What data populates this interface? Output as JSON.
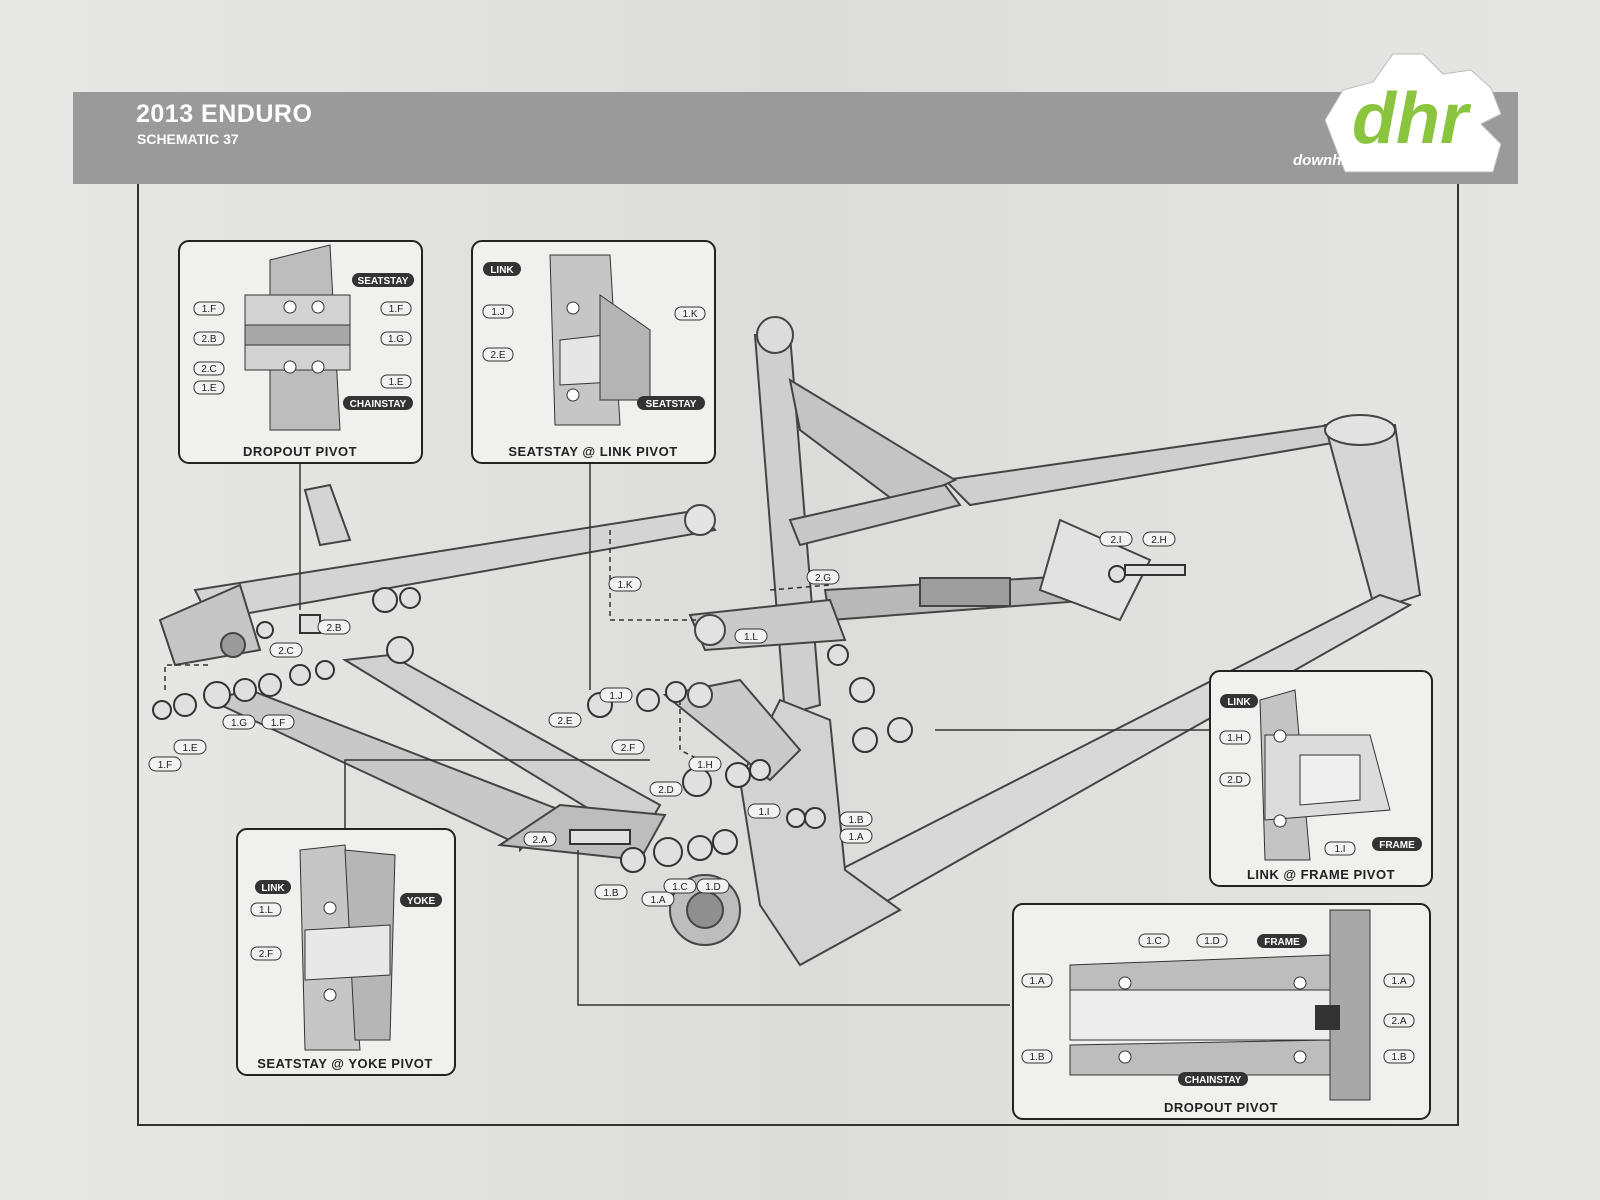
{
  "header": {
    "title": "2013 ENDURO",
    "subtitle": "SCHEMATIC 37"
  },
  "logo": {
    "letters": "dhr",
    "url": "downhill-rangers.com",
    "accent": "#8bc53f"
  },
  "insets": {
    "dropout_pivot_top": {
      "caption": "DROPOUT PIVOT",
      "tags": [
        "SEATSTAY",
        "CHAINSTAY"
      ],
      "labels_left": [
        "1.F",
        "2.B",
        "2.C",
        "1.E"
      ],
      "labels_right": [
        "1.F",
        "1.G",
        "1.E"
      ]
    },
    "seatstay_link": {
      "caption": "SEATSTAY @ LINK PIVOT",
      "tags": [
        "LINK",
        "SEATSTAY"
      ],
      "labels": [
        "1.J",
        "1.K",
        "2.E"
      ]
    },
    "link_frame": {
      "caption": "LINK @ FRAME PIVOT",
      "tags": [
        "LINK",
        "FRAME"
      ],
      "labels": [
        "1.H",
        "2.D",
        "1.I"
      ]
    },
    "seatstay_yoke": {
      "caption": "SEATSTAY @ YOKE PIVOT",
      "tags": [
        "LINK",
        "YOKE"
      ],
      "labels": [
        "1.L",
        "2.F"
      ]
    },
    "dropout_pivot_bottom": {
      "caption": "DROPOUT PIVOT",
      "tags": [
        "FRAME",
        "CHAINSTAY"
      ],
      "labels": [
        "1.C",
        "1.D",
        "1.A",
        "1.A",
        "2.A",
        "1.B",
        "1.B"
      ]
    }
  },
  "callouts": {
    "k1": "1.K",
    "b2": "2.B",
    "c2": "2.C",
    "g2": "2.G",
    "i2": "2.I",
    "h2": "2.H",
    "l1": "1.L",
    "j1": "1.J",
    "e2": "2.E",
    "f2": "2.F",
    "h1": "1.H",
    "d2": "2.D",
    "i1": "1.I",
    "b1a": "1.B",
    "a1a": "1.A",
    "a2": "2.A",
    "b1b": "1.B",
    "a1b": "1.A",
    "c1": "1.C",
    "d1": "1.D",
    "g1": "1.G",
    "f1a": "1.F",
    "e1": "1.E",
    "f1b": "1.F"
  },
  "colors": {
    "header": "#9a9a9a",
    "paper": "#e4e4e2",
    "ink": "#222222"
  }
}
